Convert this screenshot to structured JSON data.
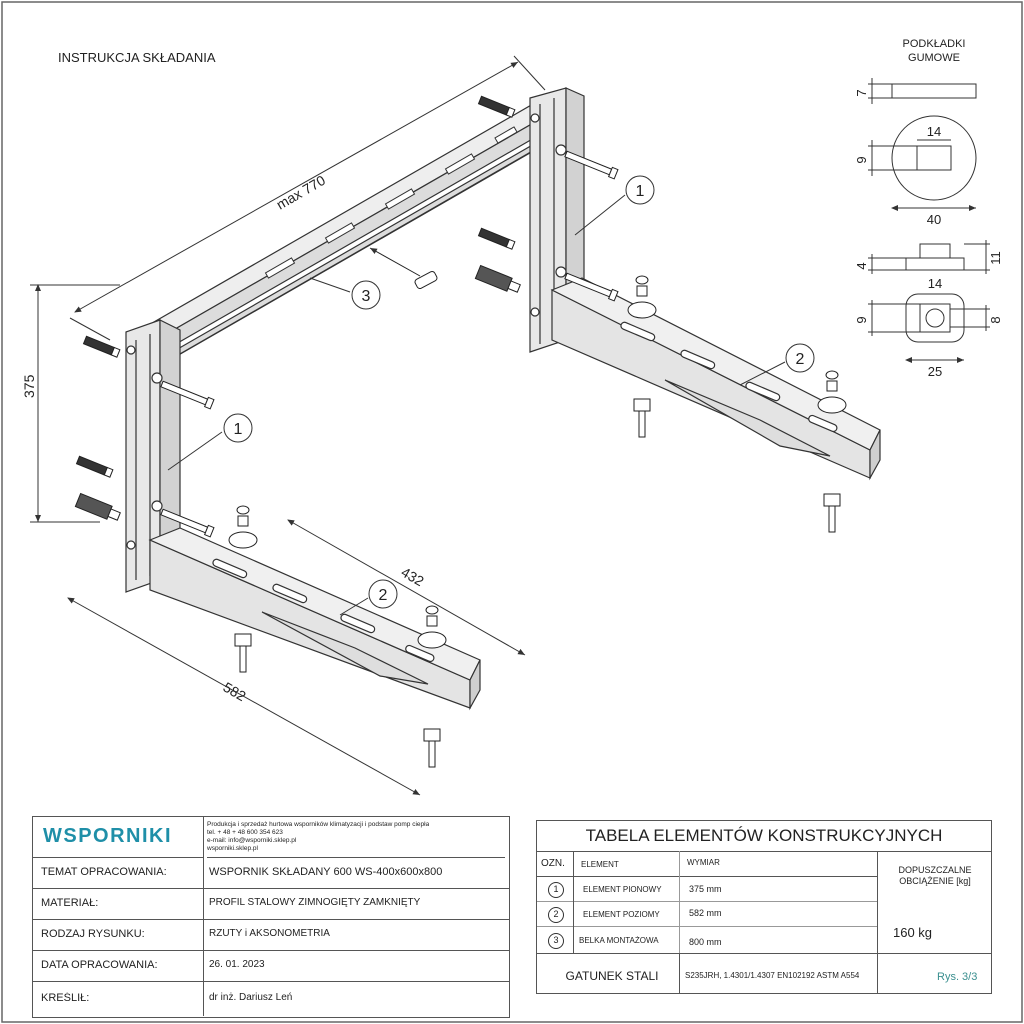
{
  "drawing": {
    "title": "INSTRUKCJA SKŁADANIA",
    "dim_length": "max 770",
    "dim_height": "375",
    "dim_depth": "432",
    "dim_arm": "582",
    "callouts": [
      "1",
      "1",
      "2",
      "2",
      "3"
    ]
  },
  "washers": {
    "title_line1": "PODKŁADKI",
    "title_line2": "GUMOWE",
    "thickness": "7",
    "hole_width": "14",
    "hole_height": "9",
    "diameter": "40",
    "step_height": "4",
    "total_height": "11",
    "sq_width": "14",
    "sq_height": "9",
    "inner": "8",
    "outer": "25"
  },
  "info_table": {
    "logo": "WSPORNIKI",
    "company_lines": [
      "Produkcja i sprzedaż hurtowa wsporników klimatyzacji i podstaw pomp ciepła",
      "tel. + 48 + 48 600 354 623",
      "e-mail: info@wsporniki.sklep.pl",
      "wsporniki.sklep.pl"
    ],
    "rows": [
      {
        "label": "TEMAT OPRACOWANIA:",
        "value": "WSPORNIK SKŁADANY 600 WS-400x600x800"
      },
      {
        "label": "MATERIAŁ:",
        "value": "PROFIL STALOWY ZIMNOGIĘTY ZAMKNIĘTY"
      },
      {
        "label": "RODZAJ RYSUNKU:",
        "value": "RZUTY i AKSONOMETRIA"
      },
      {
        "label": "DATA OPRACOWANIA:",
        "value": "26. 01. 2023"
      },
      {
        "label": "KREŚLIŁ:",
        "value": "dr inż. Dariusz Leń"
      }
    ]
  },
  "elements_table": {
    "title": "TABELA ELEMENTÓW KONSTRUKCYJNYCH",
    "headers": {
      "ozn": "OZN.",
      "element": "ELEMENT",
      "wymiar": "WYMIAR",
      "load": "DOPUSZCZALNE OBCIĄŻENIE [kg]"
    },
    "rows": [
      {
        "ozn": "1",
        "element": "ELEMENT PIONOWY",
        "wymiar": "375 mm"
      },
      {
        "ozn": "2",
        "element": "ELEMENT POZIOMY",
        "wymiar": "582 mm"
      },
      {
        "ozn": "3",
        "element": "BELKA MONTAŻOWA",
        "wymiar": "800 mm"
      }
    ],
    "load_value": "160 kg",
    "steel_label": "GATUNEK STALI",
    "steel_value": "S235JRH, 1.4301/1.4307  EN102192 ASTM A554",
    "sheet_ref": "Rys. 3/3"
  },
  "colors": {
    "line": "#333333",
    "metal": "#e6e6e6",
    "accent": "#1f8fa8",
    "sheet_ref": "#3a8f8f"
  }
}
